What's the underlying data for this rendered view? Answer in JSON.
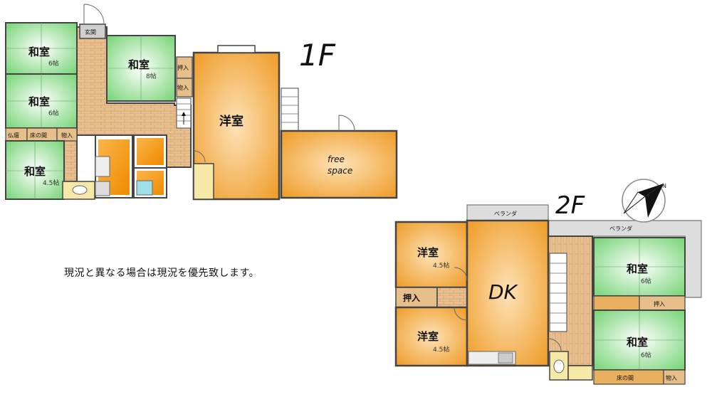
{
  "floor1": {
    "label": "1F",
    "rooms": {
      "washitsu_a": {
        "name": "和室",
        "size": "6帖"
      },
      "washitsu_b": {
        "name": "和室",
        "size": "6帖"
      },
      "washitsu_c": {
        "name": "和室",
        "size": "4.5帖"
      },
      "washitsu_d": {
        "name": "和室",
        "size": "8帖"
      },
      "youshitsu": {
        "name": "洋室"
      },
      "free_space_line1": "free",
      "free_space_line2": "space"
    },
    "small": {
      "genkan": "玄関",
      "butsudan": "仏壇",
      "tokonoma": "床の間",
      "mono1": "物入",
      "oshiire": "押入",
      "mono2": "物入"
    }
  },
  "floor2": {
    "label": "2F",
    "rooms": {
      "youshitsu_a": {
        "name": "洋室",
        "size": "4.5帖"
      },
      "youshitsu_b": {
        "name": "洋室",
        "size": "4.5帖"
      },
      "dk": "DK",
      "washitsu_a": {
        "name": "和室",
        "size": "6帖"
      },
      "washitsu_b": {
        "name": "和室",
        "size": "6帖"
      }
    },
    "small": {
      "veranda1": "ベランダ",
      "veranda2": "ベランダ",
      "oshiire_left": "押入",
      "oshiire_right": "押入",
      "tokonoma": "床の間",
      "mono": "物入"
    }
  },
  "compass": {
    "north_letter": "N"
  },
  "note": "現況と異なる場合は現況を優先致します。",
  "colors": {
    "tatami": "#a6e6a6",
    "wood_floor": "#e7bf8a",
    "orange_room": "#f3a23a",
    "wet_room": "#f28b00",
    "wall": "#444444"
  }
}
